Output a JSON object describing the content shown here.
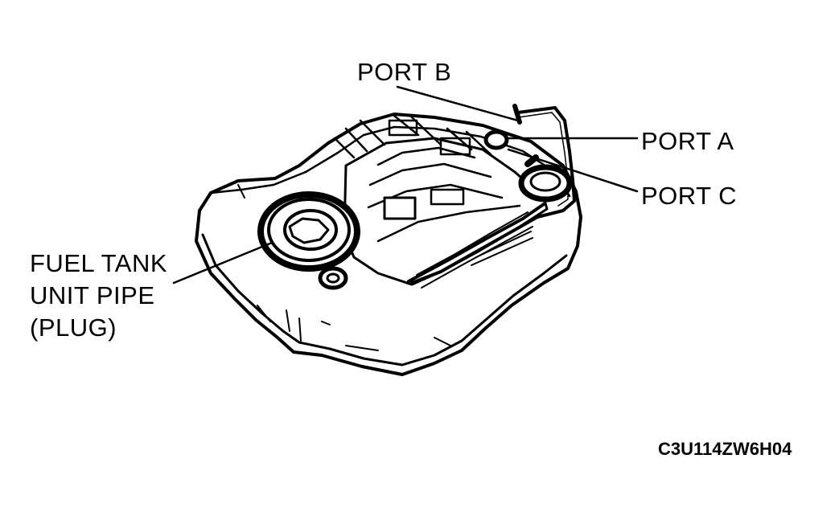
{
  "labels": {
    "port_b": "PORT B",
    "port_a": "PORT A",
    "port_c": "PORT C",
    "fuel_tank_unit_pipe": [
      "FUEL TANK",
      "UNIT PIPE",
      "(PLUG)"
    ]
  },
  "figure_code": "C3U114ZW6H04"
}
